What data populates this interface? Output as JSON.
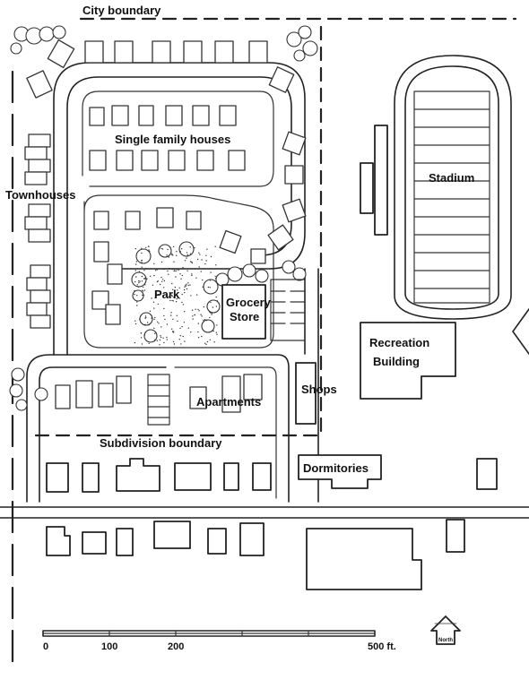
{
  "labels": {
    "city_boundary": "City boundary",
    "single_family": "Single family houses",
    "townhouses": "Townhouses",
    "stadium": "Stadium",
    "park": "Park",
    "grocery_line1": "Grocery",
    "grocery_line2": "Store",
    "recreation_line1": "Recreation",
    "recreation_line2": "Building",
    "apartments": "Apartments",
    "shops": "Shops",
    "subdivision_boundary": "Subdivision boundary",
    "dormitories": "Dormitories"
  },
  "scale_bar": {
    "ticks": [
      "0",
      "100",
      "200",
      "500 ft."
    ]
  },
  "north_arrow": {
    "label": "North"
  }
}
